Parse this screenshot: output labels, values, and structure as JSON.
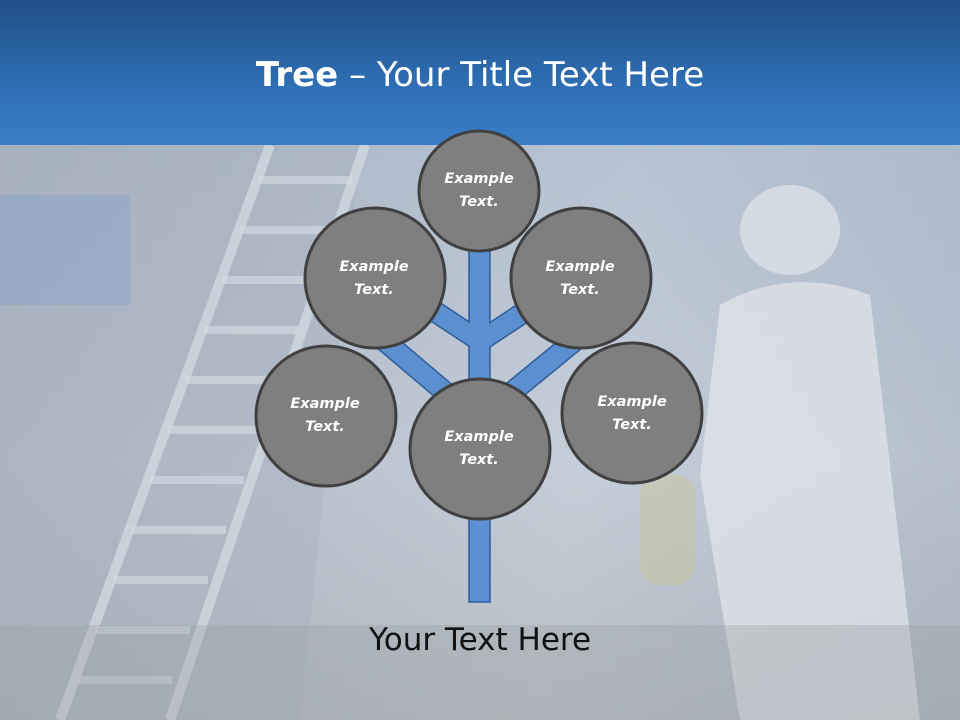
{
  "title": {
    "bold": "Tree",
    "separator": " – ",
    "rest": "Your Title Text Here"
  },
  "nodes": [
    {
      "id": "top",
      "line1": "Example",
      "line2": "Text."
    },
    {
      "id": "upper-left",
      "line1": "Example",
      "line2": "Text."
    },
    {
      "id": "upper-right",
      "line1": "Example",
      "line2": "Text."
    },
    {
      "id": "lower-left",
      "line1": "Example",
      "line2": "Text."
    },
    {
      "id": "center",
      "line1": "Example",
      "line2": "Text."
    },
    {
      "id": "lower-right",
      "line1": "Example",
      "line2": "Text."
    }
  ],
  "footer": "Your Text Here",
  "colors": {
    "header": "#2f6fb5",
    "branch": "#5b8fd0",
    "node_fill": "#7f7f7f",
    "node_stroke": "#404040"
  }
}
